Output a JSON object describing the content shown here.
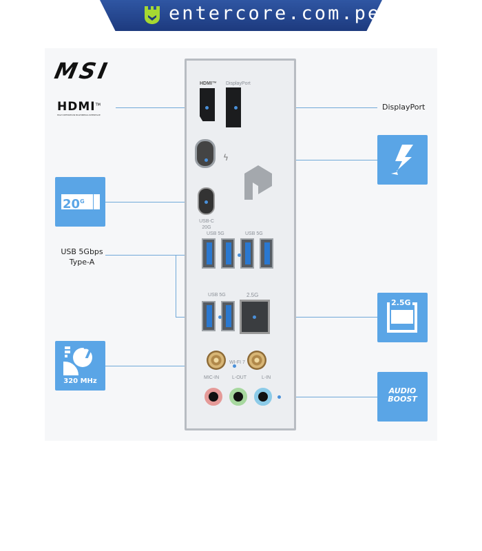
{
  "header": {
    "site": "entercore.com.pe",
    "logo": "entercore-mascot-logo",
    "colors": {
      "banner": "#1d3a7e",
      "logo": "#a6d832"
    }
  },
  "brand": {
    "logo_text": "MSI"
  },
  "labels": {
    "hdmi_logo": "HDMI",
    "hdmi_tm": "TM",
    "hdmi_sub": "HIGH DEFINITION MULTIMEDIA INTERFACE",
    "displayport": "DisplayPort",
    "usb_line1": "USB 5Gbps",
    "usb_line2": "Type-A",
    "usb20g_badge": "20",
    "usb20g_sup": "G",
    "wifi_number": "7",
    "wifi_band": "320 MHz",
    "lan_badge": "2.5G",
    "audio_line1": "AUDIO",
    "audio_line2": "BOOST"
  },
  "panel": {
    "hdmi": "HDMI™",
    "dp": "DisplayPort",
    "usbc_1": "USB-C",
    "usbc_2": "20G",
    "usb5g_a": "USB 5G",
    "usb5g_b": "USB 5G",
    "usb5g_c": "USB 5G",
    "lan": "2.5G",
    "wifi": "WI-FI 7",
    "mic": "MIC-IN",
    "lout": "L-OUT",
    "lin": "L-IN"
  },
  "colors": {
    "icon_box": "#5aa5e6",
    "leader": "#6fa8d8"
  }
}
